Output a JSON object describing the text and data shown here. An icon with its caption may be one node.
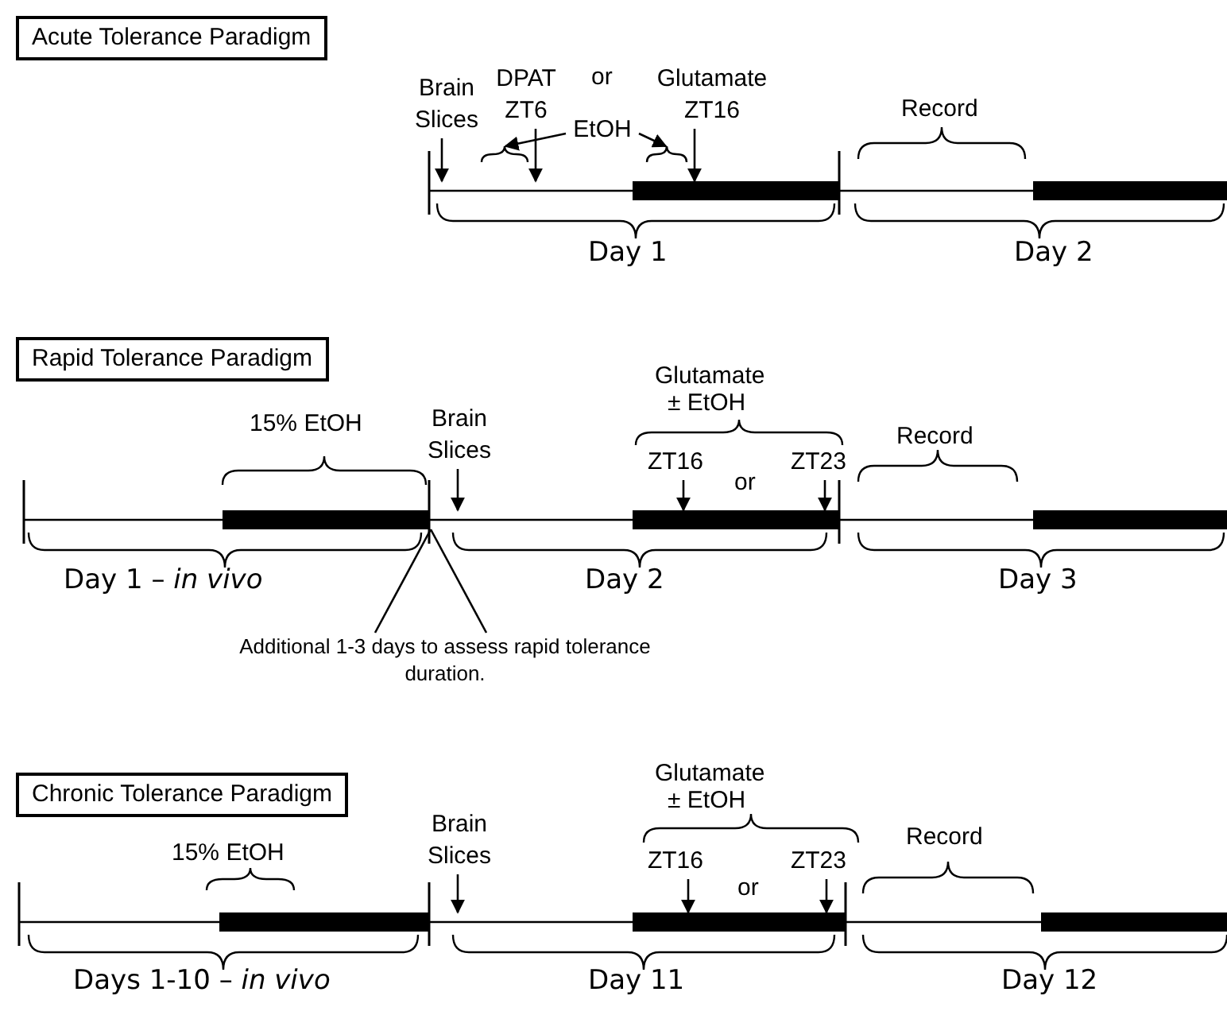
{
  "diagram": {
    "nodes": [
      {
        "text": [
          "Acute Tolerance Paradigm"
        ]
      },
      {
        "text": [
          "Brain Slices"
        ]
      },
      {
        "text": [
          "DPAT",
          "ZT6"
        ]
      },
      {
        "text": [
          "Glutamate",
          "ZT16"
        ]
      },
      {
        "text": [
          "EtOH"
        ]
      },
      {
        "text": [
          "Rapid Tolerance Paradigm"
        ]
      },
      {
        "text": [
          "Brain Slices"
        ]
      },
      {
        "text": [
          "ZT16"
        ]
      },
      {
        "text": [
          "ZT23"
        ]
      },
      {
        "text": [
          "Additional 1-3 days to assess rapid tolerance duration."
        ]
      },
      {
        "text": [
          "Chronic Tolerance Paradigm"
        ]
      },
      {
        "text": [
          "Brain Slices"
        ]
      },
      {
        "text": [
          "ZT16"
        ]
      },
      {
        "text": [
          "ZT23"
        ]
      },
      {
        "text": [],
        "shape": "brace"
      },
      {
        "text": [],
        "shape": "brace"
      },
      {
        "text": [],
        "shape": "bar"
      },
      {
        "text": [],
        "shape": "bar"
      },
      {
        "text": [],
        "shape": "bar"
      }
    ],
    "edges": [
      {
        "from": 1,
        "to": 16,
        "arrow": "to"
      },
      {
        "from": 2,
        "to": 16,
        "arrow": "to"
      },
      {
        "from": 3,
        "to": 16,
        "arrow": "to"
      },
      {
        "from": 4,
        "to": 14,
        "arrow": "to"
      },
      {
        "from": 4,
        "to": 15,
        "arrow": "to"
      },
      {
        "from": 6,
        "to": 17,
        "arrow": "to"
      },
      {
        "from": 7,
        "to": 17,
        "arrow": "to"
      },
      {
        "from": 8,
        "to": 17,
        "arrow": "to"
      },
      {
        "from": 9,
        "to": 17,
        "arrow": "none"
      },
      {
        "from": 9,
        "to": 17,
        "arrow": "none"
      },
      {
        "from": 11,
        "to": 18,
        "arrow": "to"
      },
      {
        "from": 12,
        "to": 18,
        "arrow": "to"
      },
      {
        "from": 13,
        "to": 18,
        "arrow": "to"
      }
    ],
    "labels": [
      "or",
      "Record",
      "Day 1",
      "Day 2",
      "15% EtOH",
      "Glutamate",
      "± EtOH",
      "or",
      "Record",
      "Day 1 – *in vivo*",
      "Day 2",
      "Day 3",
      "15% EtOH",
      "Glutamate",
      "± EtOH",
      "or",
      "Record",
      "Days 1-10 – *in vivo*",
      "Day 11",
      "Day 12"
    ]
  }
}
